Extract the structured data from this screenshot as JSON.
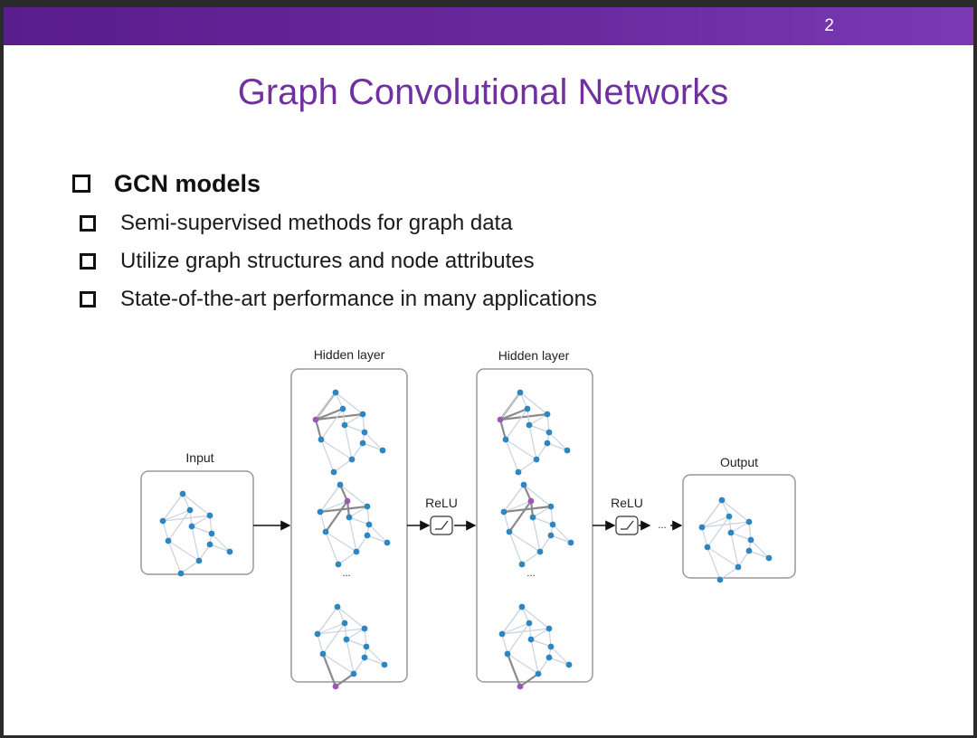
{
  "slide": {
    "page_number": "2",
    "title": "Graph Convolutional Networks",
    "bullet": "GCN models",
    "sub_bullets": [
      "Semi-supervised methods for graph data",
      "Utilize graph structures and node attributes",
      "State-of-the-art performance in many applications"
    ]
  },
  "diagram": {
    "input_label": "Input",
    "hidden_label_1": "Hidden layer",
    "hidden_label_2": "Hidden layer",
    "relu_label_1": "ReLU",
    "relu_label_2": "ReLU",
    "output_label": "Output",
    "ellipsis": "...",
    "node_color": "#2e86c1",
    "highlight_color": "#9b59b6"
  }
}
